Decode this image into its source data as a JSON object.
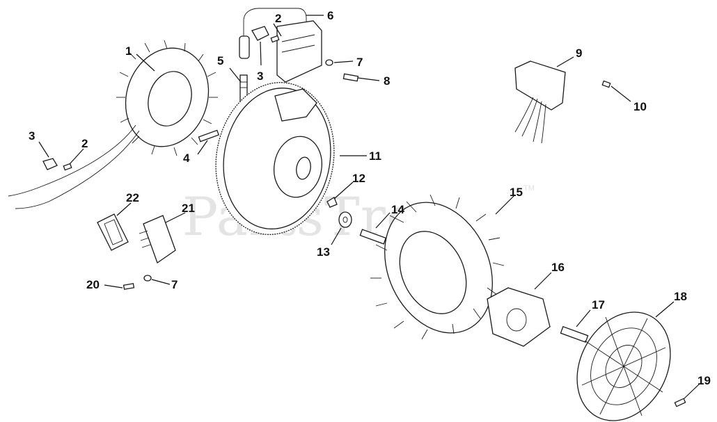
{
  "watermark": {
    "text": "PartsTree",
    "trademark": "TM"
  },
  "callouts": [
    "1",
    "2",
    "3",
    "5",
    "6",
    "7",
    "8",
    "9",
    "10",
    "11",
    "12",
    "13",
    "14",
    "15",
    "16",
    "17",
    "18",
    "19",
    "20",
    "21",
    "22"
  ]
}
